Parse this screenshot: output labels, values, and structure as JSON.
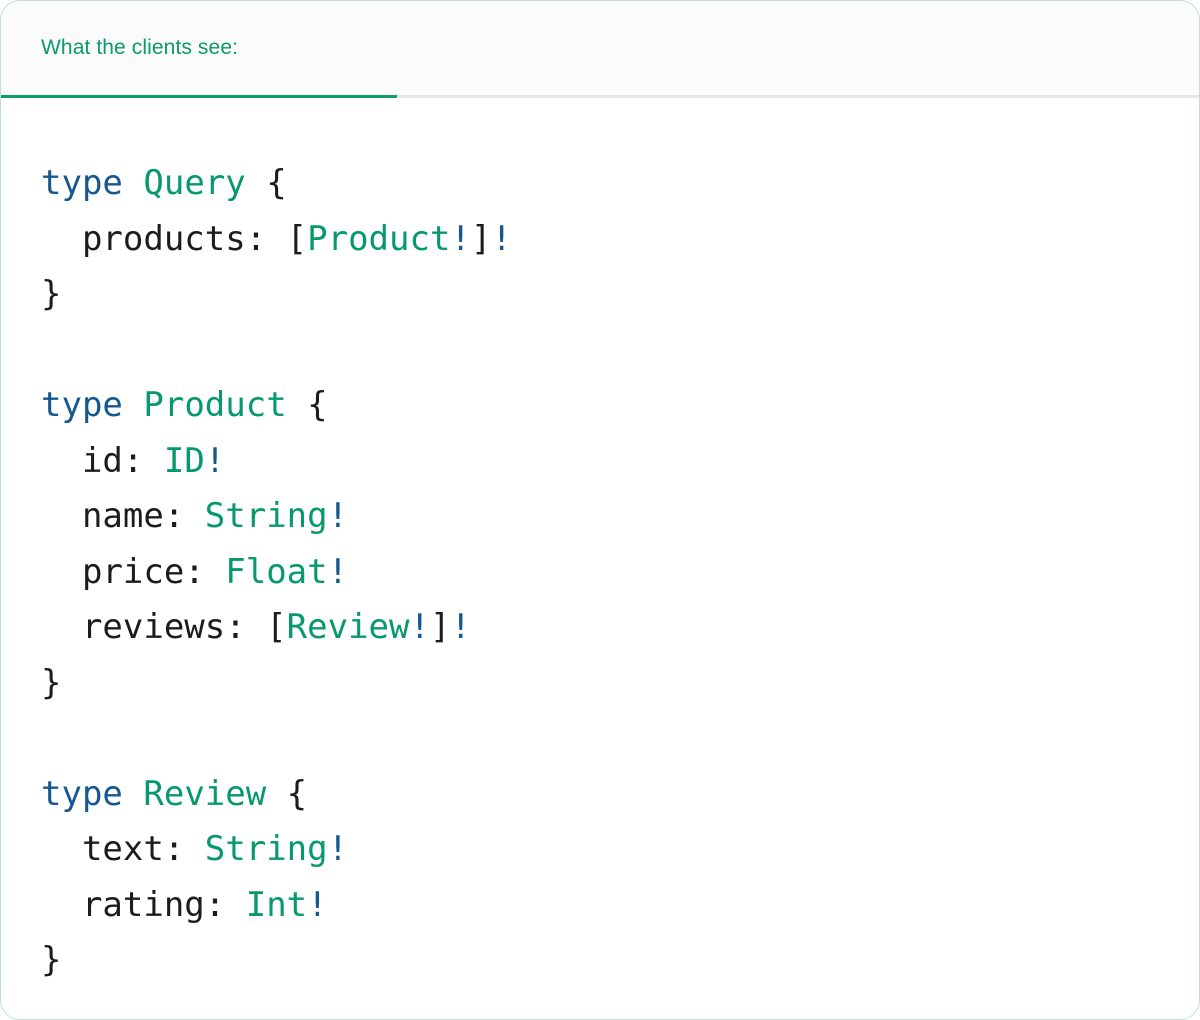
{
  "card": {
    "border_color": "#bfe0d0",
    "background": "#ffffff"
  },
  "header": {
    "tab_label": "What the clients see:",
    "tab_active": true,
    "accent_color": "#0a9d6e",
    "background": "#fbfbfb",
    "divider_color": "#e6e6e6"
  },
  "theme": {
    "keyword_color": "#17578f",
    "type_color": "#07996d",
    "punctuation_color": "#1c1c1c",
    "field_color": "#1c1c1c",
    "bang_color": "#17578f"
  },
  "code": {
    "language": "graphql",
    "full_text": "type Query {\n  products: [Product!]!\n}\n\ntype Product {\n  id: ID!\n  name: String!\n  price: Float!\n  reviews: [Review!]!\n}\n\ntype Review {\n  text: String!\n  rating: Int!\n}",
    "lines": [
      {
        "tokens": [
          {
            "t": "kw",
            "v": "type"
          },
          {
            "t": "punc",
            "v": " "
          },
          {
            "t": "type",
            "v": "Query"
          },
          {
            "t": "punc",
            "v": " {"
          }
        ]
      },
      {
        "tokens": [
          {
            "t": "name",
            "v": "  products"
          },
          {
            "t": "punc",
            "v": ": ["
          },
          {
            "t": "type",
            "v": "Product"
          },
          {
            "t": "bang",
            "v": "!"
          },
          {
            "t": "punc",
            "v": "]"
          },
          {
            "t": "bang",
            "v": "!"
          }
        ]
      },
      {
        "tokens": [
          {
            "t": "punc",
            "v": "}"
          }
        ]
      },
      {
        "tokens": []
      },
      {
        "tokens": [
          {
            "t": "kw",
            "v": "type"
          },
          {
            "t": "punc",
            "v": " "
          },
          {
            "t": "type",
            "v": "Product"
          },
          {
            "t": "punc",
            "v": " {"
          }
        ]
      },
      {
        "tokens": [
          {
            "t": "name",
            "v": "  id"
          },
          {
            "t": "punc",
            "v": ": "
          },
          {
            "t": "type",
            "v": "ID"
          },
          {
            "t": "bang",
            "v": "!"
          }
        ]
      },
      {
        "tokens": [
          {
            "t": "name",
            "v": "  name"
          },
          {
            "t": "punc",
            "v": ": "
          },
          {
            "t": "type",
            "v": "String"
          },
          {
            "t": "bang",
            "v": "!"
          }
        ]
      },
      {
        "tokens": [
          {
            "t": "name",
            "v": "  price"
          },
          {
            "t": "punc",
            "v": ": "
          },
          {
            "t": "type",
            "v": "Float"
          },
          {
            "t": "bang",
            "v": "!"
          }
        ]
      },
      {
        "tokens": [
          {
            "t": "name",
            "v": "  reviews"
          },
          {
            "t": "punc",
            "v": ": ["
          },
          {
            "t": "type",
            "v": "Review"
          },
          {
            "t": "bang",
            "v": "!"
          },
          {
            "t": "punc",
            "v": "]"
          },
          {
            "t": "bang",
            "v": "!"
          }
        ]
      },
      {
        "tokens": [
          {
            "t": "punc",
            "v": "}"
          }
        ]
      },
      {
        "tokens": []
      },
      {
        "tokens": [
          {
            "t": "kw",
            "v": "type"
          },
          {
            "t": "punc",
            "v": " "
          },
          {
            "t": "type",
            "v": "Review"
          },
          {
            "t": "punc",
            "v": " {"
          }
        ]
      },
      {
        "tokens": [
          {
            "t": "name",
            "v": "  text"
          },
          {
            "t": "punc",
            "v": ": "
          },
          {
            "t": "type",
            "v": "String"
          },
          {
            "t": "bang",
            "v": "!"
          }
        ]
      },
      {
        "tokens": [
          {
            "t": "name",
            "v": "  rating"
          },
          {
            "t": "punc",
            "v": ": "
          },
          {
            "t": "type",
            "v": "Int"
          },
          {
            "t": "bang",
            "v": "!"
          }
        ]
      },
      {
        "tokens": [
          {
            "t": "punc",
            "v": "}"
          }
        ]
      }
    ]
  }
}
